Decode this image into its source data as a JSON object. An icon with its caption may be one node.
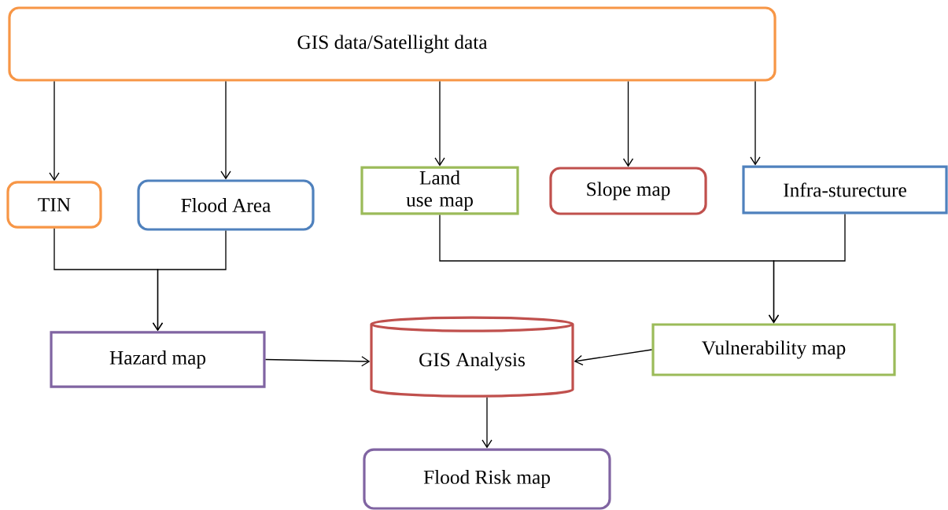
{
  "diagram": {
    "nodes": [
      {
        "text": [
          "GIS data/Satellight  data"
        ]
      },
      {
        "text": [
          "TIN"
        ]
      },
      {
        "text": [
          "Flood Area"
        ]
      },
      {
        "text": [
          "Land use map"
        ]
      },
      {
        "text": [
          "Slope map"
        ]
      },
      {
        "text": [
          "Infra-sturecture"
        ]
      },
      {
        "text": [
          "Hazard map"
        ]
      },
      {
        "text": [
          "GIS  Analysis"
        ]
      },
      {
        "text": [
          "Vulnerability map"
        ]
      },
      {
        "text": [
          "Flood Risk map"
        ]
      }
    ],
    "edges": [
      {
        "from": 0,
        "to": 1,
        "arrow": "to"
      },
      {
        "from": 0,
        "to": 2,
        "arrow": "to"
      },
      {
        "from": 0,
        "to": 3,
        "arrow": "to"
      },
      {
        "from": 0,
        "to": 4,
        "arrow": "to"
      },
      {
        "from": 0,
        "to": 5,
        "arrow": "to"
      },
      {
        "from": 1,
        "to": 6,
        "arrow": "to"
      },
      {
        "from": 2,
        "to": 6,
        "arrow": "to"
      },
      {
        "from": 3,
        "to": 8,
        "arrow": "to"
      },
      {
        "from": 5,
        "to": 8,
        "arrow": "to"
      },
      {
        "from": 6,
        "to": 7,
        "arrow": "to"
      },
      {
        "from": 8,
        "to": 7,
        "arrow": "to"
      },
      {
        "from": 7,
        "to": 9,
        "arrow": "to"
      }
    ]
  }
}
